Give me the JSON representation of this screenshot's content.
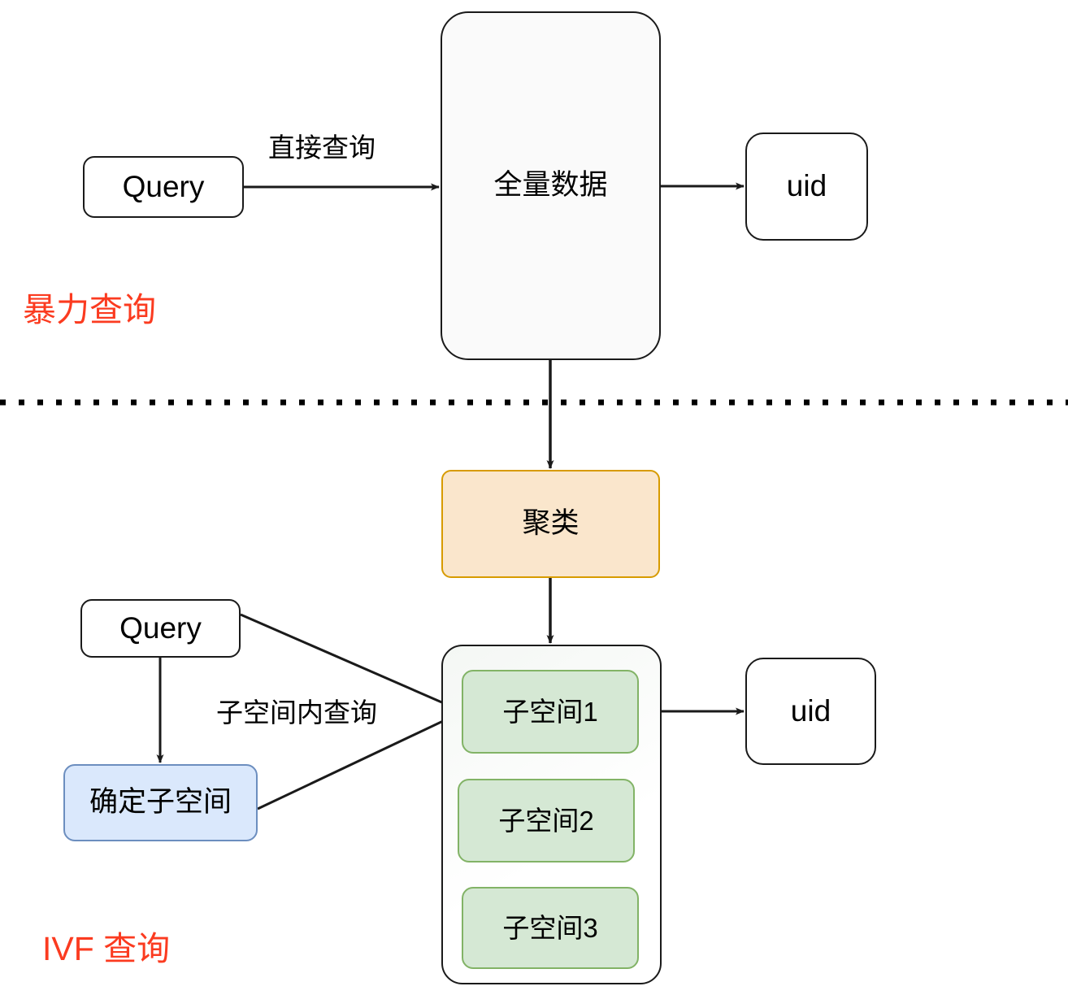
{
  "diagram": {
    "title_sections": [
      {
        "id": "brute-force",
        "label": "暴力查询",
        "color": "#fb3b20"
      },
      {
        "id": "ivf",
        "label": "IVF 查询",
        "color": "#fb3b20"
      }
    ],
    "nodes": {
      "query_top": {
        "label": "Query"
      },
      "full_data": {
        "label": "全量数据"
      },
      "uid_top": {
        "label": "uid"
      },
      "cluster": {
        "label": "聚类",
        "fill": "#fae6cc",
        "stroke": "#d79b00"
      },
      "query_bottom": {
        "label": "Query"
      },
      "determine_subspace": {
        "label": "确定子空间",
        "fill": "#dae8fc",
        "stroke": "#6c8ebf"
      },
      "subspace_container": {
        "label": ""
      },
      "subspaces": [
        {
          "label": "子空间1",
          "fill": "#d5e8d4",
          "stroke": "#82b366"
        },
        {
          "label": "子空间2",
          "fill": "#d5e8d4",
          "stroke": "#82b366"
        },
        {
          "label": "子空间3",
          "fill": "#d5e8d4",
          "stroke": "#82b366"
        }
      ],
      "uid_bottom": {
        "label": "uid"
      }
    },
    "edge_labels": {
      "direct_query": "直接查询",
      "in_subspace_query": "子空间内查询"
    },
    "divider": {
      "style": "dotted",
      "color": "#000000"
    }
  }
}
